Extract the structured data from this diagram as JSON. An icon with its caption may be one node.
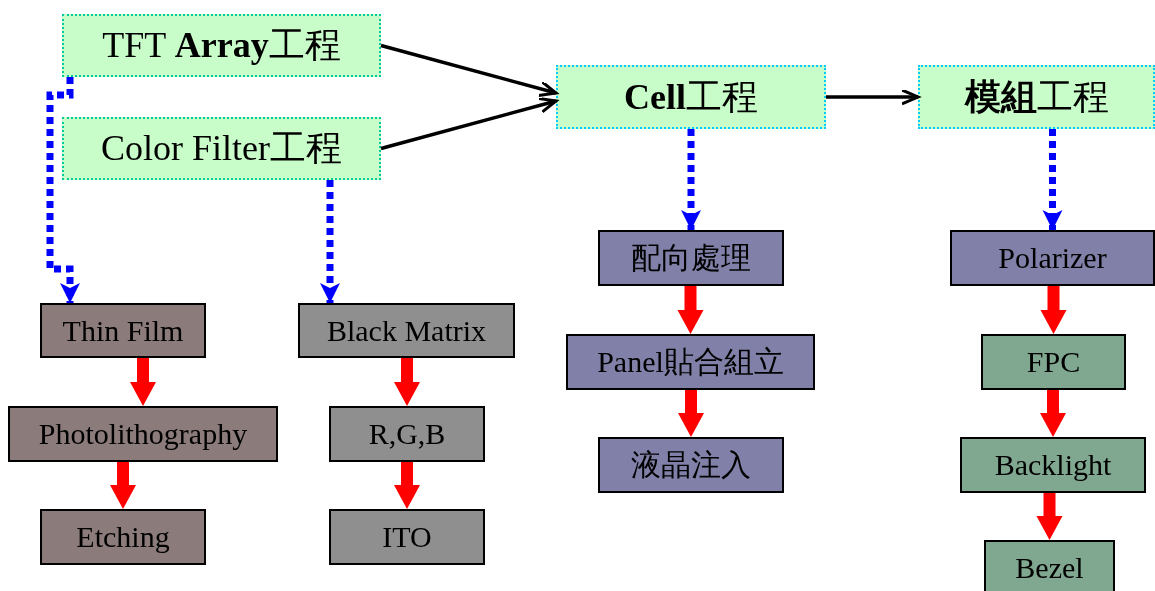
{
  "diagram": {
    "nodes": [
      {
        "text": [
          "TFT **Array**工程"
        ]
      },
      {
        "text": [
          "Color Filter工程"
        ]
      },
      {
        "text": [
          "**Cell**工程"
        ]
      },
      {
        "text": [
          "**模組**工程"
        ]
      },
      {
        "text": [
          "Thin Film"
        ]
      },
      {
        "text": [
          "Photolithography"
        ]
      },
      {
        "text": [
          "Etching"
        ]
      },
      {
        "text": [
          "Black Matrix"
        ]
      },
      {
        "text": [
          "R,G,B"
        ]
      },
      {
        "text": [
          "ITO"
        ]
      },
      {
        "text": [
          "配向處理"
        ]
      },
      {
        "text": [
          "Panel貼合組立"
        ]
      },
      {
        "text": [
          "液晶注入"
        ]
      },
      {
        "text": [
          "Polarizer"
        ]
      },
      {
        "text": [
          "FPC"
        ]
      },
      {
        "text": [
          "Backlight"
        ]
      },
      {
        "text": [
          "Bezel"
        ]
      }
    ],
    "edges": [
      {
        "from": 0,
        "to": 2,
        "arrow": "to",
        "color": "#000000"
      },
      {
        "from": 1,
        "to": 2,
        "arrow": "to",
        "color": "#000000"
      },
      {
        "from": 2,
        "to": 3,
        "arrow": "to",
        "color": "#000000"
      },
      {
        "from": 0,
        "to": 4,
        "arrow": "to",
        "style": "dashed",
        "color": "#0000ff"
      },
      {
        "from": 1,
        "to": 7,
        "arrow": "to",
        "style": "dashed",
        "color": "#0000ff"
      },
      {
        "from": 2,
        "to": 10,
        "arrow": "to",
        "style": "dashed",
        "color": "#0000ff"
      },
      {
        "from": 3,
        "to": 13,
        "arrow": "to",
        "style": "dashed",
        "color": "#0000ff"
      },
      {
        "from": 4,
        "to": 5,
        "arrow": "to",
        "style": "thick"
      },
      {
        "from": 5,
        "to": 6,
        "arrow": "to",
        "style": "thick"
      },
      {
        "from": 7,
        "to": 8,
        "arrow": "to",
        "style": "thick"
      },
      {
        "from": 8,
        "to": 9,
        "arrow": "to",
        "style": "thick"
      },
      {
        "from": 10,
        "to": 11,
        "arrow": "to",
        "style": "thick"
      },
      {
        "from": 11,
        "to": 12,
        "arrow": "to",
        "style": "thick"
      },
      {
        "from": 13,
        "to": 14,
        "arrow": "to",
        "style": "thick"
      },
      {
        "from": 14,
        "to": 15,
        "arrow": "to",
        "style": "thick"
      },
      {
        "from": 15,
        "to": 16,
        "arrow": "to",
        "style": "thick"
      }
    ]
  }
}
